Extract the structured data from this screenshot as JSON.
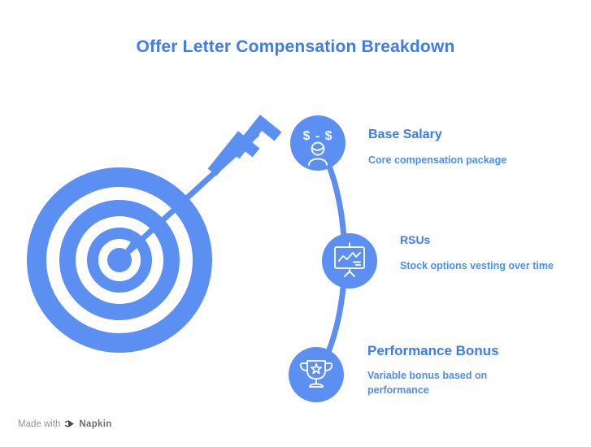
{
  "title": "Offer Letter Compensation Breakdown",
  "items": [
    {
      "heading": "Base Salary",
      "description": "Core compensation package",
      "icon": "money-person-icon",
      "icon_text": "$ - $"
    },
    {
      "heading": "RSUs",
      "description": "Stock options vesting over time",
      "icon": "chart-presentation-icon"
    },
    {
      "heading": "Performance Bonus",
      "description": "Variable bonus based on performance",
      "icon": "trophy-icon"
    }
  ],
  "illustration": {
    "name": "target-with-arrow"
  },
  "footer": {
    "made_with": "Made with",
    "brand": "Napkin"
  },
  "colors": {
    "accent": "#5B8FF2",
    "heading_text": "#3C7CF2",
    "description_text": "#4E8DF6",
    "icon_stroke": "#F3F8FF",
    "footer_text": "#949494"
  }
}
